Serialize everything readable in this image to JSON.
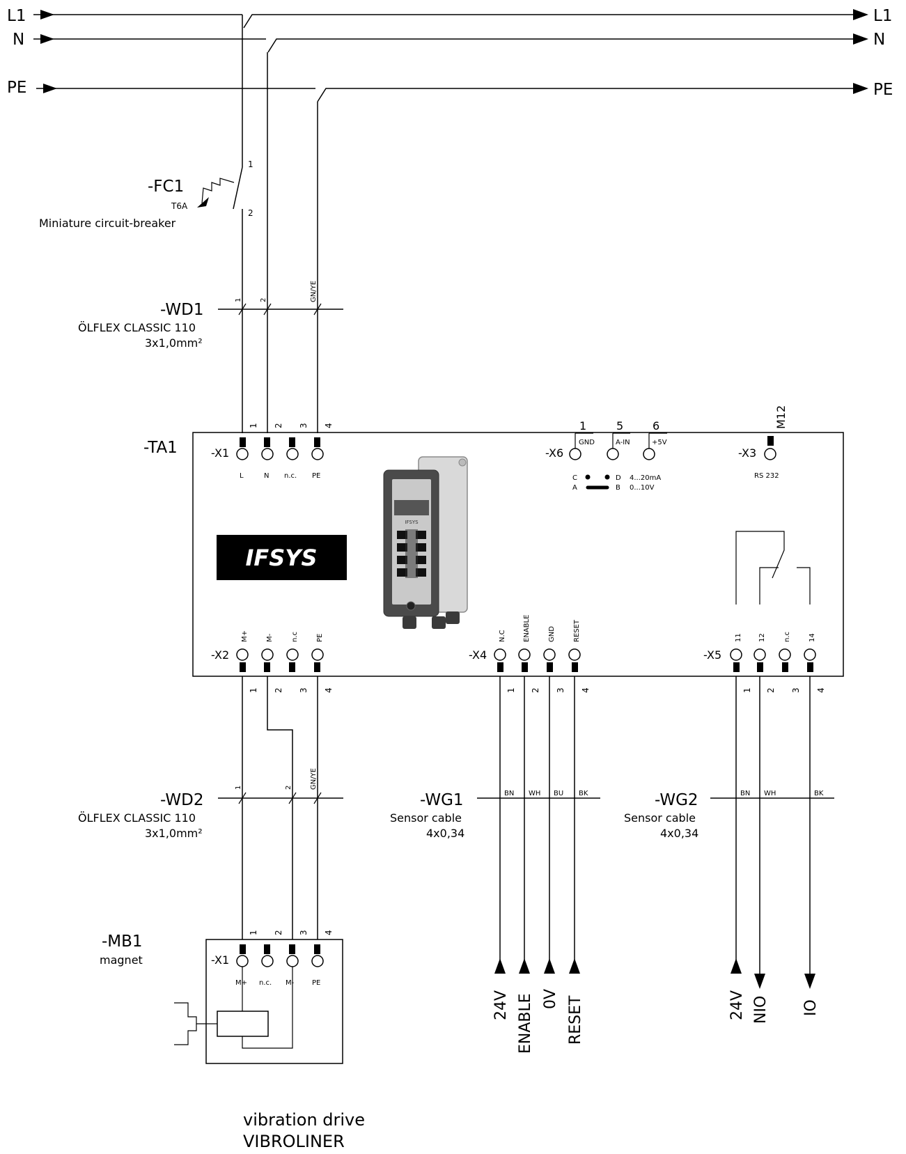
{
  "supply": {
    "l1_left": "L1",
    "n_left": "N",
    "pe_left": "PE",
    "l1_right": "L1",
    "n_right": "N",
    "pe_right": "PE"
  },
  "fc1": {
    "tag": "-FC1",
    "rating": "T6A",
    "description": "Miniature circuit-breaker",
    "pin_top": "1",
    "pin_bottom": "2"
  },
  "wd1": {
    "tag": "-WD1",
    "cable": "ÖLFLEX CLASSIC 110",
    "spec": "3x1,0mm²",
    "cores": [
      "1",
      "2",
      "GN/YE"
    ]
  },
  "ta1": {
    "tag": "-TA1",
    "logo": "IFSYS",
    "x1": {
      "tag": "-X1",
      "pins": [
        "1",
        "2",
        "3",
        "4"
      ],
      "labels": [
        "L",
        "N",
        "n.c.",
        "PE"
      ]
    },
    "x6": {
      "tag": "-X6",
      "pins": [
        "1",
        "5",
        "6"
      ],
      "labels": [
        "GND",
        "A-IN",
        "+5V"
      ],
      "jumper": {
        "left_top": "C",
        "left_bottom": "A",
        "right_top": "D",
        "right_bottom": "B",
        "range_current": "4...20mA",
        "range_voltage": "0...10V"
      }
    },
    "x3": {
      "tag": "-X3",
      "connector": "M12",
      "label": "RS 232"
    },
    "x2": {
      "tag": "-X2",
      "labels": [
        "M+",
        "M-",
        "n.c",
        "PE"
      ],
      "pins": [
        "1",
        "2",
        "3",
        "4"
      ]
    },
    "x4": {
      "tag": "-X4",
      "labels": [
        "N.C",
        "ENABLE",
        "GND",
        "RESET"
      ],
      "pins": [
        "1",
        "2",
        "3",
        "4"
      ]
    },
    "x5": {
      "tag": "-X5",
      "labels": [
        "11",
        "12",
        "n.c",
        "14"
      ],
      "pins": [
        "1",
        "2",
        "3",
        "4"
      ]
    },
    "device_brand": "IFSYS"
  },
  "wd2": {
    "tag": "-WD2",
    "cable": "ÖLFLEX CLASSIC 110",
    "spec": "3x1,0mm²",
    "cores": [
      "1",
      "2",
      "GN/YE"
    ]
  },
  "wg1": {
    "tag": "-WG1",
    "cable": "Sensor cable",
    "spec": "4x0,34",
    "colors": [
      "BN",
      "WH",
      "BU",
      "BK"
    ],
    "signals": [
      "24V",
      "ENABLE",
      "0V",
      "RESET"
    ]
  },
  "wg2": {
    "tag": "-WG2",
    "cable": "Sensor cable",
    "spec": "4x0,34",
    "colors": [
      "BN",
      "WH",
      "BK"
    ],
    "signals": [
      "24V",
      "NIO",
      "IO"
    ]
  },
  "mb1": {
    "tag": "-MB1",
    "description": "magnet",
    "x1": {
      "tag": "-X1",
      "pins": [
        "1",
        "2",
        "3",
        "4"
      ],
      "labels": [
        "M+",
        "n.c.",
        "M-",
        "PE"
      ]
    }
  },
  "footer": {
    "line1": "vibration drive",
    "line2": "VIBROLINER"
  }
}
